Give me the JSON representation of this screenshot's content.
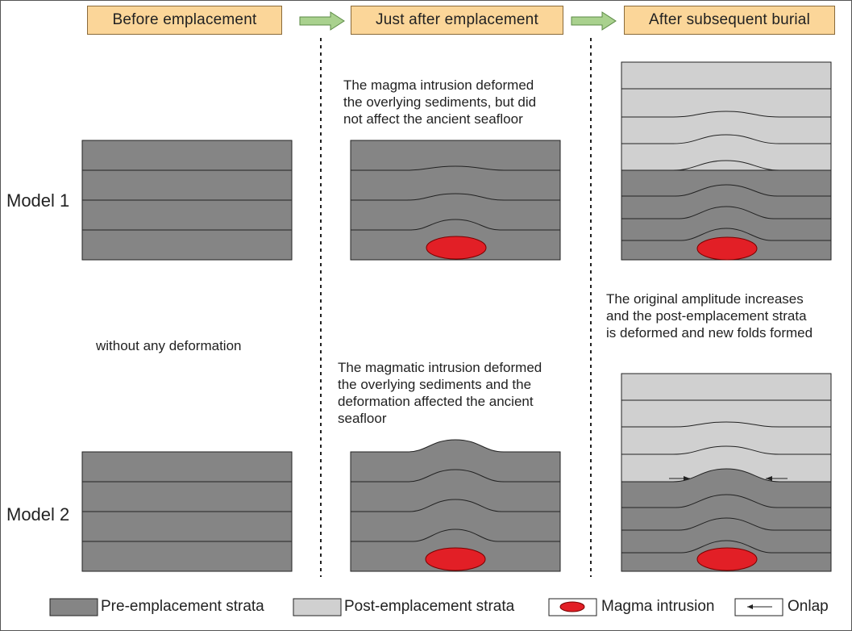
{
  "stages": [
    {
      "label": "Before emplacement"
    },
    {
      "label": "Just after emplacement"
    },
    {
      "label": "After subsequent burial"
    }
  ],
  "models": [
    {
      "label": "Model 1"
    },
    {
      "label": "Model 2"
    }
  ],
  "notes": {
    "model1_just_after": [
      "The magma intrusion deformed",
      "the overlying sediments, but did",
      "not affect the ancient seafloor"
    ],
    "before_shared": "without any deformation",
    "after_burial": [
      "The original amplitude increases",
      "and the post-emplacement strata",
      "is deformed and new folds formed"
    ],
    "model2_just_after": [
      "The magmatic intrusion deformed",
      "the overlying sediments and the",
      "deformation affected the ancient",
      "seafloor"
    ]
  },
  "legend": {
    "pre_emplacement": "Pre-emplacement strata",
    "post_emplacement": "Post-emplacement strata",
    "magma": "Magma intrusion",
    "onlap": "Onlap"
  },
  "colors": {
    "pre_emplacement_strata": "#858585",
    "post_emplacement_strata": "#d0d0d0",
    "magma_intrusion": "#e21f26",
    "header_fill": "#fbd699",
    "arrow_fill": "#a9d18e"
  }
}
